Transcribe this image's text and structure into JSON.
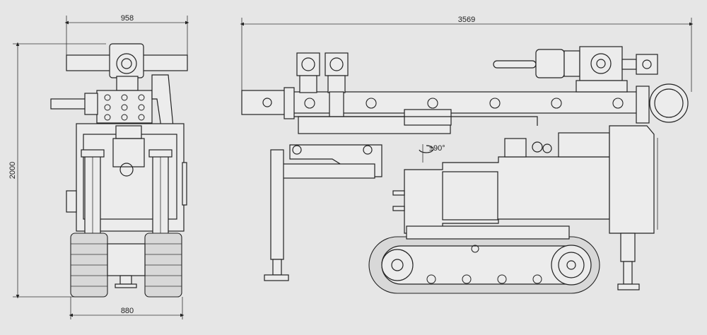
{
  "dimensions": {
    "front_width_top": "958",
    "front_width_bottom": "880",
    "front_height": "2000",
    "side_length": "3569",
    "rotation": "±90°"
  },
  "colors": {
    "background": "#e6e6e6",
    "line": "#222222",
    "fill": "#ececec"
  }
}
